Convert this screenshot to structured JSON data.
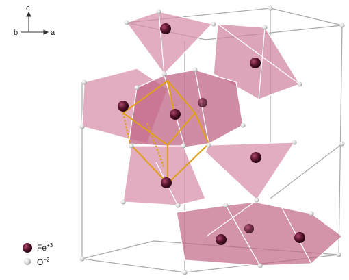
{
  "axes": {
    "c": "c",
    "b": "b",
    "a": "a"
  },
  "legend": [
    {
      "symbol": "Fe",
      "charge": "+3"
    },
    {
      "symbol": "O",
      "charge": "−2"
    }
  ],
  "colors": {
    "polyhedron_fill": "#d58aa6",
    "polyhedron_edge": "#ffffff",
    "cell_edge": "#9a9a9a",
    "fe_atom": "#4a1026",
    "o_atom": "#d9d9d9",
    "bond_highlight": "#e0a020"
  }
}
